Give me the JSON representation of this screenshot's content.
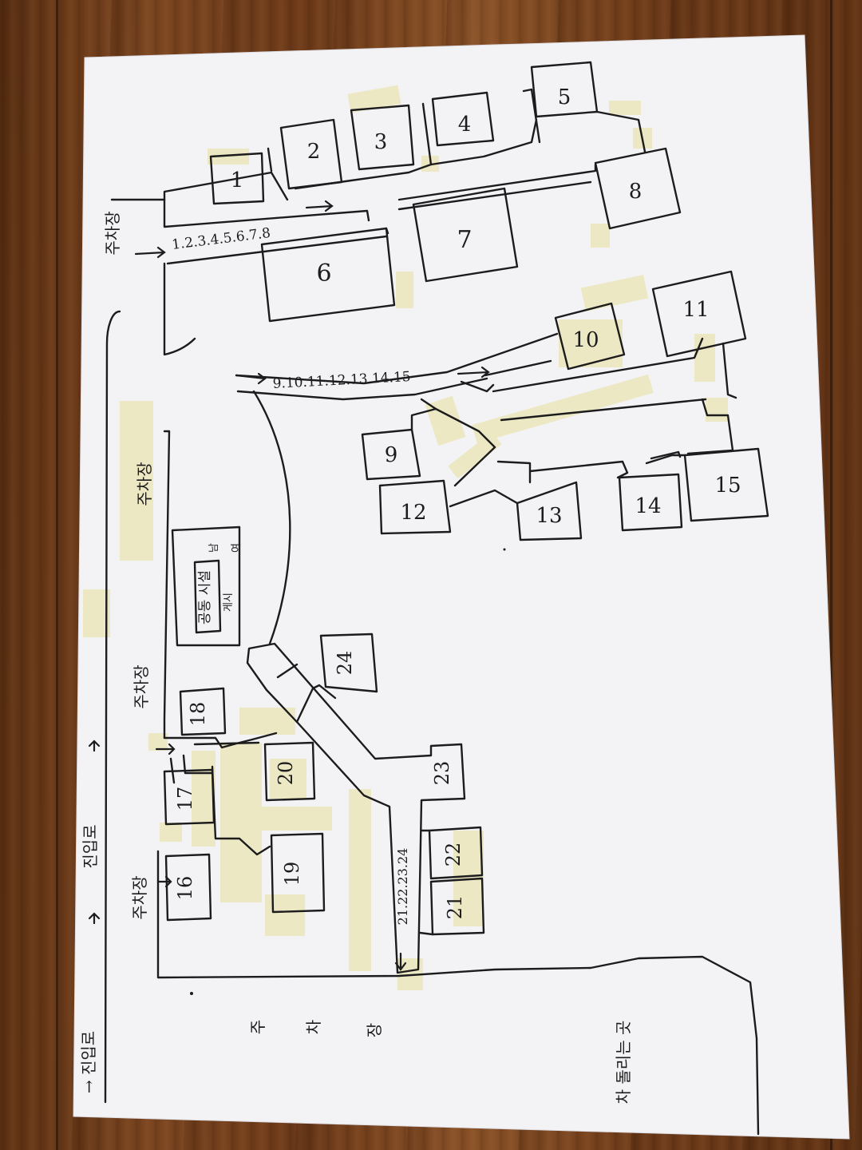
{
  "buildings": {
    "b1": "1",
    "b2": "2",
    "b3": "3",
    "b4": "4",
    "b5": "5",
    "b6": "6",
    "b7": "7",
    "b8": "8",
    "b9": "9",
    "b10": "10",
    "b11": "11",
    "b12": "12",
    "b13": "13",
    "b14": "14",
    "b15": "15",
    "b16": "16",
    "b17": "17",
    "b18": "18",
    "b19": "19",
    "b20": "20",
    "b21": "21",
    "b22": "22",
    "b23": "23",
    "b24": "24"
  },
  "routes": {
    "top": "1.2.3.4.5.6.7.8",
    "middle": "9.10.11.12.13.14.15",
    "bottom": "21.22.23.24"
  },
  "labels": {
    "parking_top": "주차장",
    "parking_left_mid": "주차장",
    "parking_left_18": "주차장",
    "parking_left_16": "주차장",
    "parking_bottom_1": "주",
    "parking_bottom_2": "차",
    "parking_bottom_3": "장",
    "entrance_road": "→ 진입로",
    "entrance_road_2": "→ 진입로 →",
    "road_label": "진입로",
    "board_1": "공동 시설",
    "board_2": "게시",
    "board_3": "남",
    "board_4": "여",
    "turnaround": "차 돌리는 곳"
  },
  "colors": {
    "paper": "#f3f3f6",
    "ink": "#1c1c1c",
    "tape": "#ece7bf"
  }
}
